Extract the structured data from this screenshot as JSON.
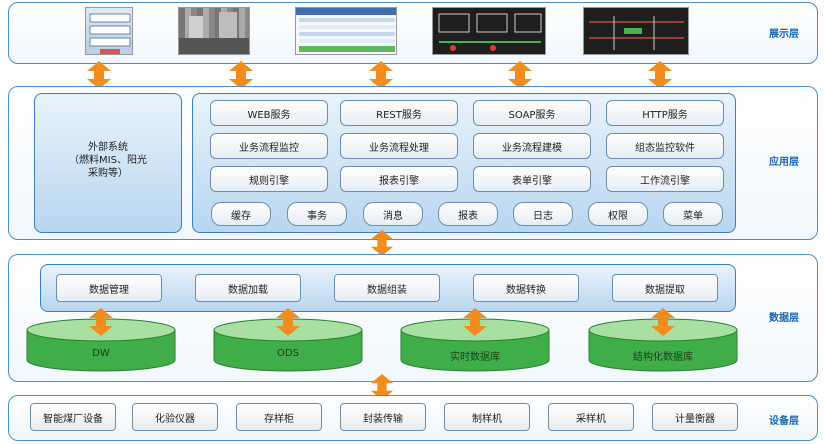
{
  "layers": {
    "presentation": "展示层",
    "application": "应用层",
    "data": "数据层",
    "device": "设备层"
  },
  "screenshots": [
    "form-screen",
    "cctv-photo",
    "data-table-screen",
    "dark-monitor-screen",
    "dark-scada-screen"
  ],
  "application": {
    "external": {
      "line1": "外部系统",
      "line2": "（燃料MIS、阳光",
      "line3": "采购等）"
    },
    "services": [
      "HTTP服务",
      "SOAP服务",
      "REST服务",
      "WEB服务"
    ],
    "tools": [
      "组态监控软件",
      "业务流程建模",
      "业务流程处理",
      "业务流程监控"
    ],
    "engines": [
      "工作流引擎",
      "表单引擎",
      "报表引擎",
      "规则引擎"
    ],
    "components": [
      "菜单",
      "权限",
      "日志",
      "报表",
      "消息",
      "事务",
      "缓存"
    ]
  },
  "data": {
    "processing": [
      "数据提取",
      "数据转换",
      "数据组装",
      "数据加载",
      "数据管理"
    ],
    "stores": [
      "结构化数据库",
      "实时数据库",
      "ODS",
      "DW"
    ]
  },
  "devices": [
    "计量衡器",
    "采样机",
    "制样机",
    "封装传输",
    "存样柜",
    "化验仪器",
    "智能煤厂设备"
  ],
  "colors": {
    "border": "#4a90c8",
    "arrow": "#f28c1e",
    "cylinder": "#3fae49"
  }
}
